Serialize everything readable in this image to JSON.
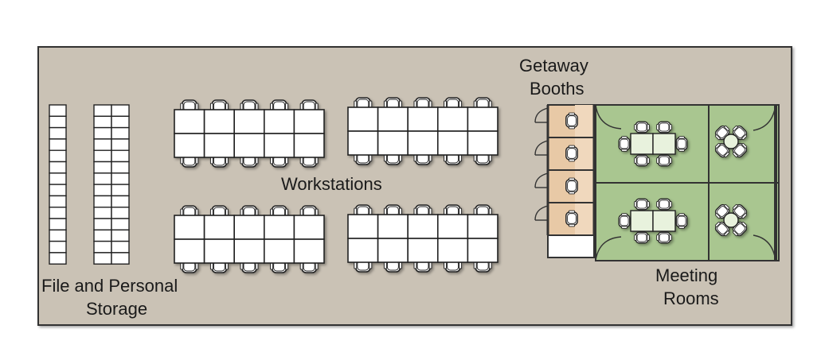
{
  "labels": {
    "storage_line1": "File and Personal",
    "storage_line2": "Storage",
    "workstations": "Workstations",
    "booths_line1": "Getaway",
    "booths_line2": "Booths",
    "meeting_line1": "Meeting",
    "meeting_line2": "Rooms"
  },
  "colors": {
    "floor": "#cac2b5",
    "wall": "#3a3a3a",
    "booth": "#e8c9a6",
    "booth_dark": "#d4a77c",
    "meeting": "#a9c690",
    "furniture": "#ffffff",
    "chair": "#ffffff",
    "meeting_chair": "#e8f2dd"
  },
  "icons": [
    "chair-icon",
    "door-swing-icon",
    "file-cabinet-icon",
    "round-table-icon"
  ]
}
